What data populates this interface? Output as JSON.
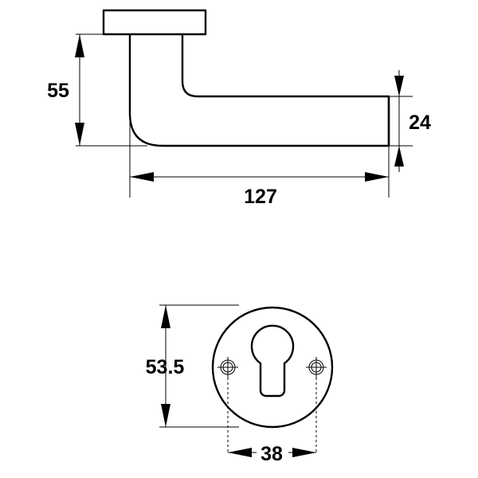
{
  "lever_handle": {
    "dimensions": {
      "height": "55",
      "grip_thickness": "24",
      "length": "127"
    }
  },
  "escutcheon": {
    "dimensions": {
      "diameter": "53.5",
      "fixing_centres": "38"
    }
  },
  "colors": {
    "line": "#000000",
    "background": "#ffffff"
  }
}
